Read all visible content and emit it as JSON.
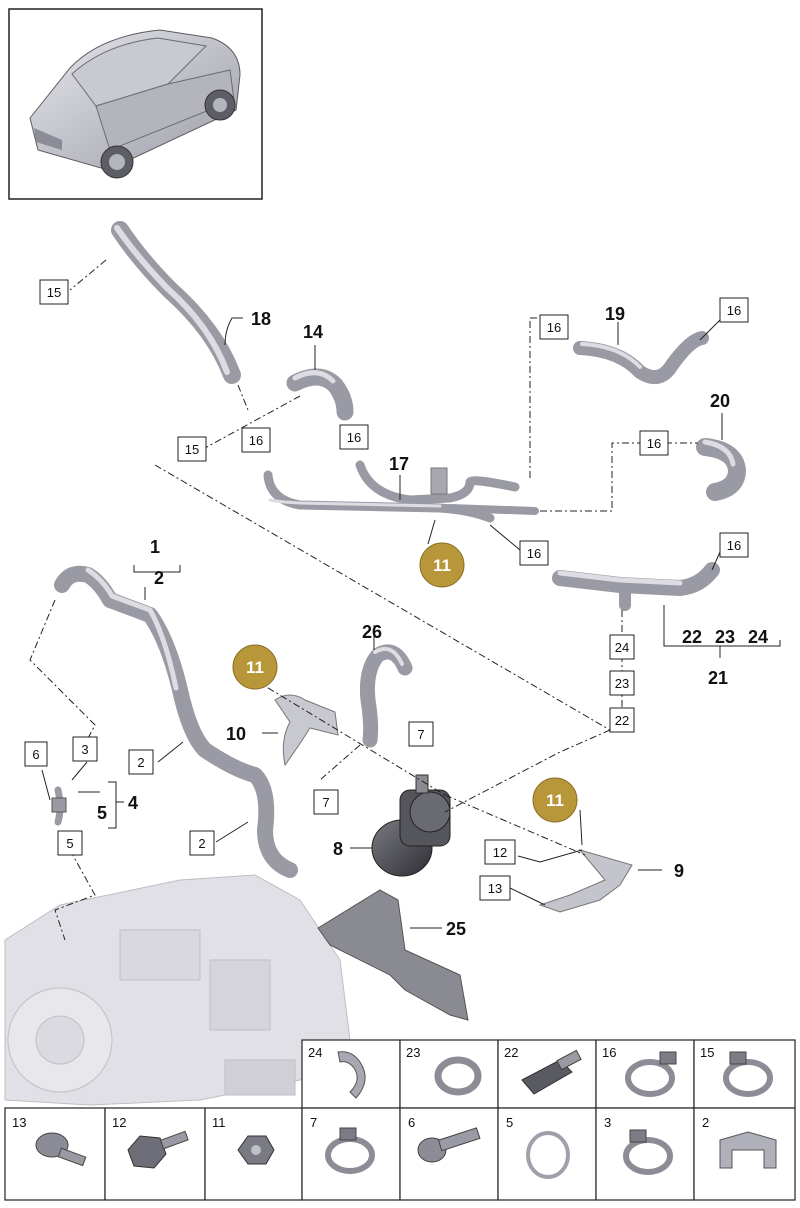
{
  "callouts": {
    "n1": "1",
    "n2": "2",
    "n4": "4",
    "n5": "5",
    "n8": "8",
    "n9": "9",
    "n10": "10",
    "n14": "14",
    "n17": "17",
    "n18": "18",
    "n19": "19",
    "n20": "20",
    "n21": "21",
    "n22": "22",
    "n23": "23",
    "n24": "24",
    "n25": "25",
    "n26": "26"
  },
  "boxes": {
    "b15a": "15",
    "b15b": "15",
    "b16a": "16",
    "b16b": "16",
    "b16c": "16",
    "b16d": "16",
    "b16e": "16",
    "b16f": "16",
    "b16g": "16",
    "b2a": "2",
    "b2b": "2",
    "b3": "3",
    "b5": "5",
    "b6": "6",
    "b7a": "7",
    "b7b": "7",
    "b12": "12",
    "b13": "13",
    "b22": "22",
    "b23": "23",
    "b24": "24"
  },
  "gold_markers": {
    "g1": "11",
    "g2": "11",
    "g3": "11"
  },
  "gold_color": "#b8973a",
  "legend_row1": [
    {
      "label": "24",
      "icon": "clip-icon"
    },
    {
      "label": "23",
      "icon": "seal-ring-icon"
    },
    {
      "label": "22",
      "icon": "temperature-sensor-icon"
    },
    {
      "label": "16",
      "icon": "hose-clamp-icon"
    },
    {
      "label": "15",
      "icon": "hose-clamp-icon"
    }
  ],
  "legend_row2": [
    {
      "label": "13",
      "icon": "flange-bolt-icon"
    },
    {
      "label": "12",
      "icon": "hex-bolt-icon"
    },
    {
      "label": "11",
      "icon": "nut-icon"
    },
    {
      "label": "7",
      "icon": "hose-clamp-icon"
    },
    {
      "label": "6",
      "icon": "bolt-icon"
    },
    {
      "label": "5",
      "icon": "o-ring-icon"
    },
    {
      "label": "3",
      "icon": "hose-clamp-icon"
    },
    {
      "label": "2",
      "icon": "bracket-clip-icon"
    }
  ]
}
